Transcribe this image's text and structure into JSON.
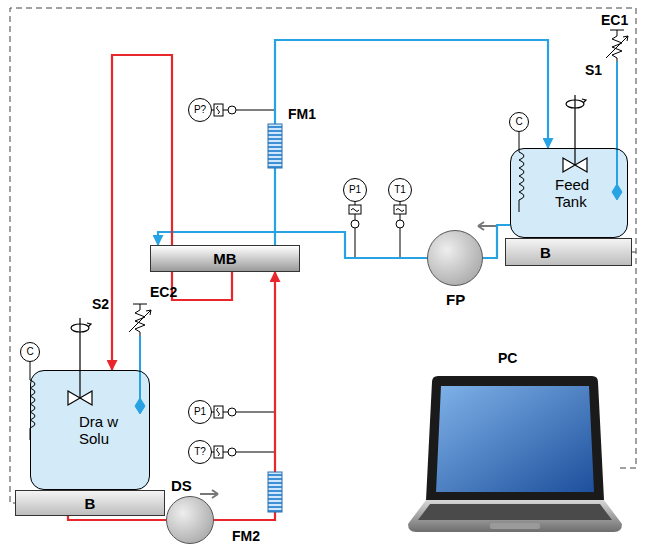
{
  "diagram": {
    "nodes": [
      {
        "text": [
          "C"
        ]
      },
      {
        "text": [
          "Feed Tank"
        ]
      },
      {
        "text": [
          "B"
        ]
      },
      {
        "text": [
          "P?"
        ]
      },
      {
        "text": [
          "MB"
        ]
      },
      {
        "text": [
          "P1"
        ]
      },
      {
        "text": [
          "T1"
        ]
      },
      {
        "text": [
          "FP"
        ]
      },
      {
        "text": [
          "C"
        ]
      },
      {
        "text": [
          "Dra w Solu"
        ]
      },
      {
        "text": [
          "P1"
        ]
      },
      {
        "text": [
          "T?"
        ]
      },
      {
        "text": [
          "B"
        ]
      },
      {
        "text": [
          "DS"
        ]
      }
    ],
    "edges": [
      {
        "from": 1,
        "to": 7,
        "arrow": "none"
      },
      {
        "from": 7,
        "to": 4,
        "arrow": "to"
      },
      {
        "from": 4,
        "to": 1,
        "arrow": "to"
      },
      {
        "from": 9,
        "to": 13,
        "arrow": "none"
      },
      {
        "from": 13,
        "to": 4,
        "arrow": "to"
      },
      {
        "from": 4,
        "to": 9,
        "arrow": "to"
      }
    ],
    "labels": [
      "S1",
      "EC1",
      "FM1",
      "S2",
      "EC2",
      "PC",
      "FM2"
    ]
  }
}
